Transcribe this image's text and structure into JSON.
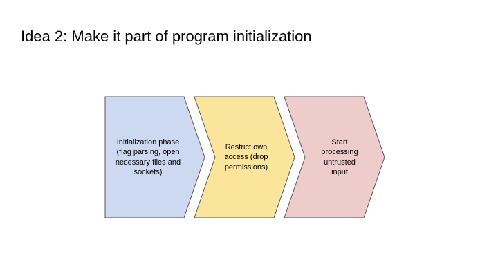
{
  "slide": {
    "title": "Idea 2: Make it part of program initialization",
    "background_color": "#ffffff"
  },
  "diagram": {
    "type": "process-flow-chevrons",
    "steps": [
      {
        "label": "Initialization phase (flag parsing, open necessary files and sockets)",
        "fill": "#cdd9f1",
        "stroke": "#545454"
      },
      {
        "label": "Restrict own access (drop permissions)",
        "fill": "#fbe59d",
        "stroke": "#545454"
      },
      {
        "label": "Start processing untrusted input",
        "fill": "#eecccb",
        "stroke": "#545454"
      }
    ]
  }
}
